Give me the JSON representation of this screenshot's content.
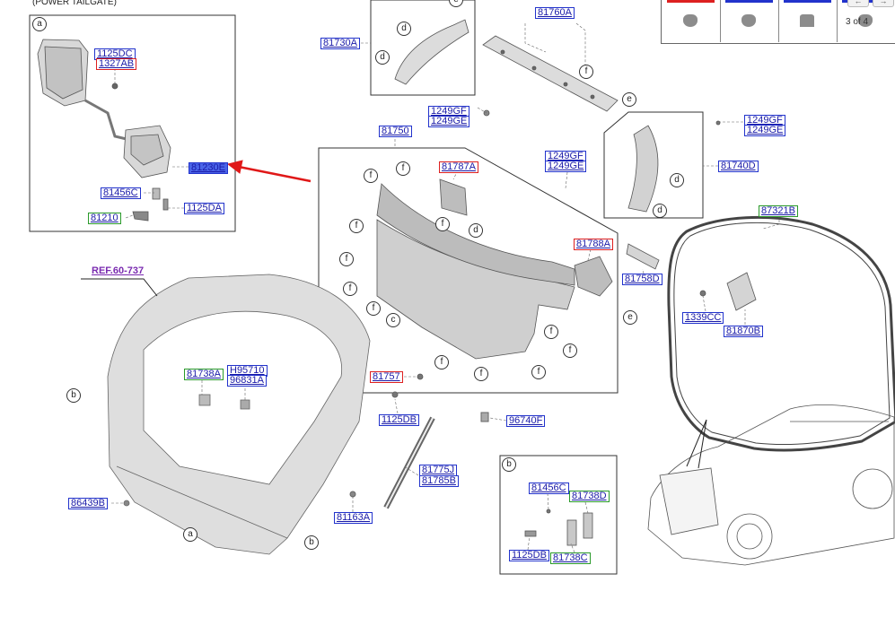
{
  "page": {
    "title": "(POWER TAILGATE)",
    "page_indicator": "3 of 4"
  },
  "callouts": {
    "a": "a",
    "b": "b",
    "c": "c",
    "d": "d",
    "e": "e",
    "f": "f"
  },
  "labels": {
    "p1125DC": "1125DC",
    "p1327AB": "1327AB",
    "p81230E": "81230E",
    "p81456C_a": "81456C",
    "p1125DA": "1125DA",
    "p81210": "81210",
    "p81730A": "81730A",
    "p81760A": "81760A",
    "p1249GF_1": "1249GF",
    "p1249GE_1": "1249GE",
    "p81750": "81750",
    "p81787A": "81787A",
    "p1249GF_2": "1249GF",
    "p1249GE_2": "1249GE",
    "p81788A": "81788A",
    "p81758D": "81758D",
    "p1249GF_3": "1249GF",
    "p1249GE_3": "1249GE",
    "p81740D": "81740D",
    "p87321B": "87321B",
    "p1339CC": "1339CC",
    "p81870B": "81870B",
    "pREF": "REF.60-737",
    "p81738A": "81738A",
    "pH95710": "H95710",
    "p96831A": "96831A",
    "p86439B": "86439B",
    "p81757": "81757",
    "p1125DB_1": "1125DB",
    "p96740F": "96740F",
    "p81775J": "81775J",
    "p81785B": "81785B",
    "p81163A": "81163A",
    "p81456C_b": "81456C",
    "p81738D": "81738D",
    "p1125DB_2": "1125DB",
    "p81738C": "81738C"
  },
  "colors": {
    "label_border_blue": "#2233cc",
    "label_border_red": "#dd2020",
    "label_border_green": "#2a9a2a",
    "label_text": "#1a1aa8",
    "ref_text": "#7a2ab0",
    "highlight": "#4a64e8",
    "pointer_arrow": "#e01818"
  },
  "thumbnails": [
    {
      "icon": "clip-icon",
      "accent": "#dd2020"
    },
    {
      "icon": "grommet-icon",
      "accent": "#2233cc"
    },
    {
      "icon": "fastener-icon",
      "accent": "#2233cc"
    },
    {
      "icon": "clip-icon",
      "accent": "#2233cc"
    }
  ]
}
